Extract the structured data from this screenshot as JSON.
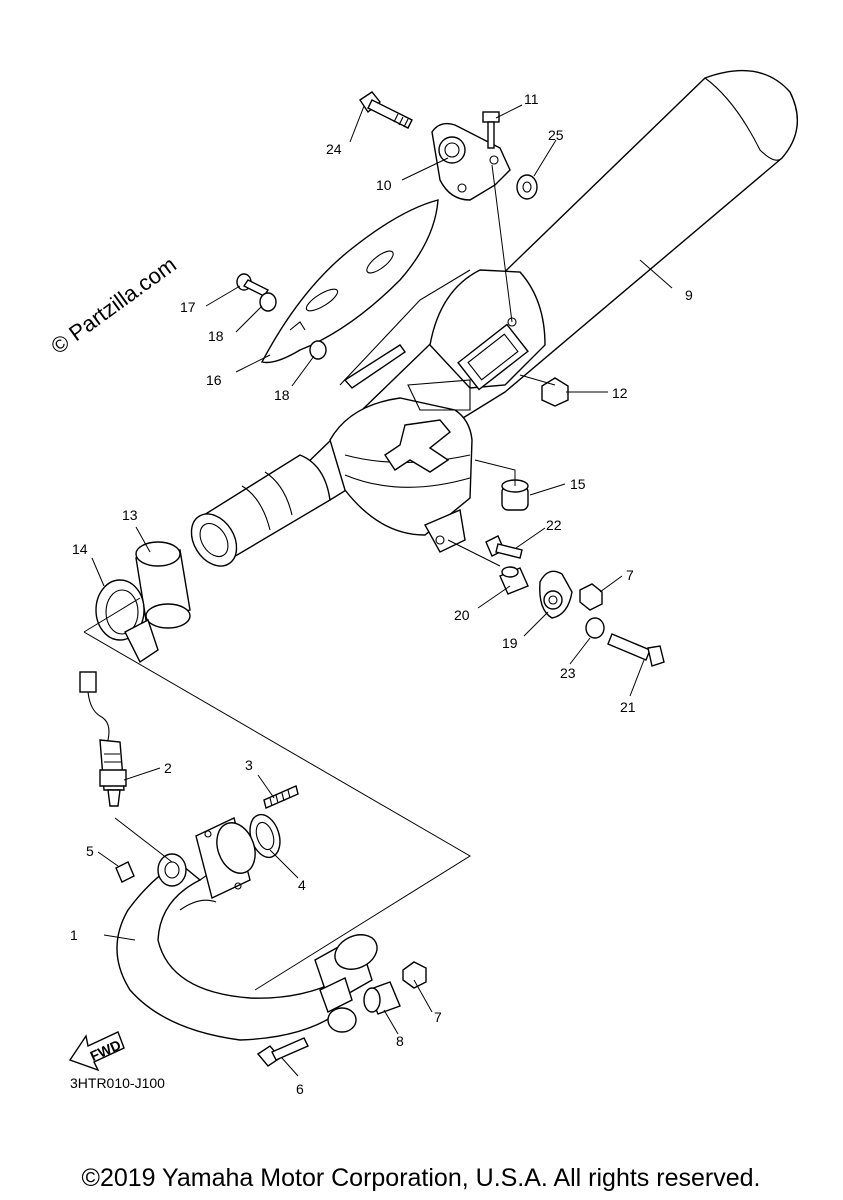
{
  "watermark": "© Partzilla.com",
  "diagram_code": "3HTR010-J100",
  "copyright": "©2019 Yamaha Motor Corporation, U.S.A. All rights reserved.",
  "fwd_label": "FWD",
  "callouts": {
    "c1": "1",
    "c2": "2",
    "c3": "3",
    "c4": "4",
    "c5": "5",
    "c6": "6",
    "c7a": "7",
    "c7b": "7",
    "c8": "8",
    "c9": "9",
    "c10": "10",
    "c11": "11",
    "c12": "12",
    "c13": "13",
    "c14": "14",
    "c15": "15",
    "c16": "16",
    "c17": "17",
    "c18a": "18",
    "c18b": "18",
    "c19": "19",
    "c20": "20",
    "c21": "21",
    "c22": "22",
    "c23": "23",
    "c24": "24",
    "c25": "25"
  }
}
